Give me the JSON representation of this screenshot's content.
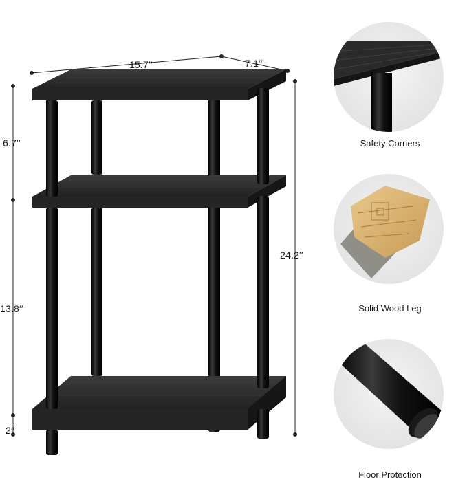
{
  "dimensions": {
    "width": "15.7′′",
    "depth": "7.1′′",
    "top_gap": "6.7′′",
    "middle_gap": "13.8′′",
    "foot_height": "2′′",
    "total_height": "24.2′′"
  },
  "features": [
    {
      "label": "Safety Corners",
      "icon": "table-corner-closeup"
    },
    {
      "label": "Solid Wood Leg",
      "icon": "wood-leg-cross-section"
    },
    {
      "label": "Floor Protection",
      "icon": "leg-foot-pad-closeup"
    }
  ],
  "colors": {
    "wood": "#2b2b2b",
    "metal": "#111111",
    "dimension_line": "#222222",
    "circle_bg": "#eeeeee"
  }
}
